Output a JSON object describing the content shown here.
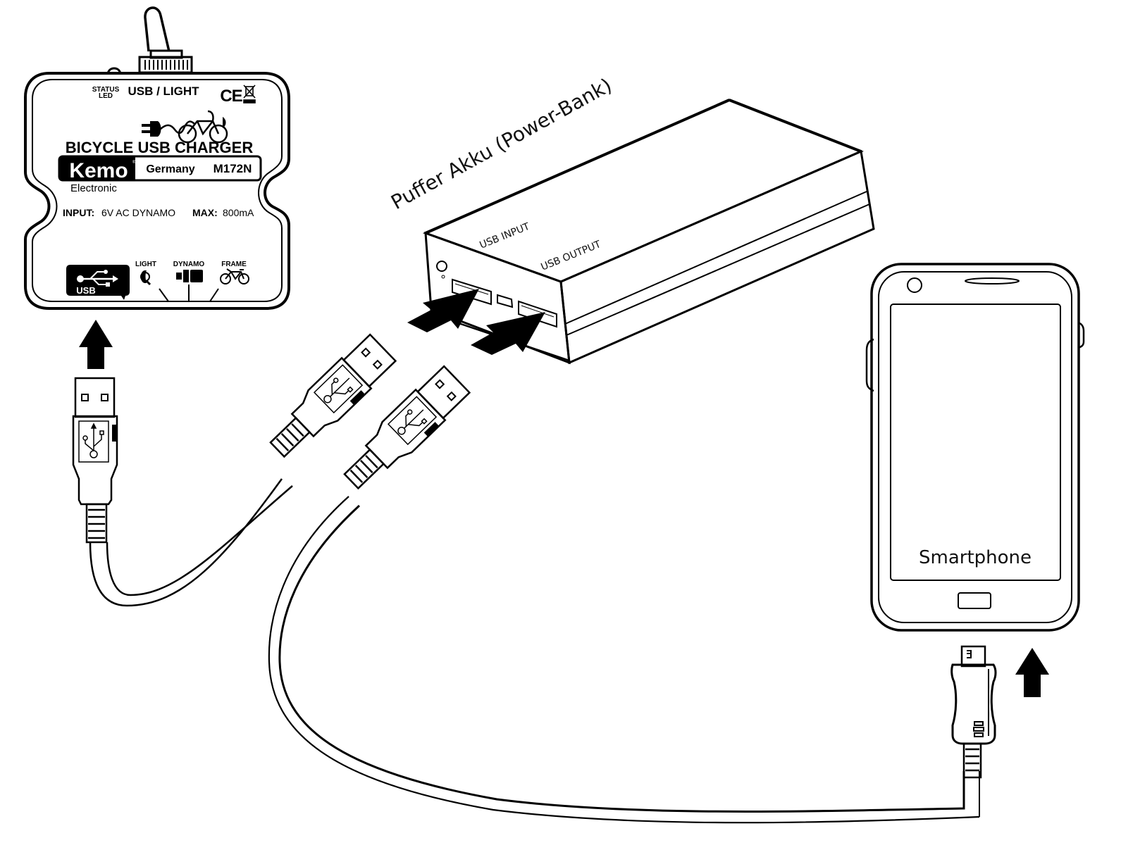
{
  "charger": {
    "status_led_line1": "STATUS",
    "status_led_line2": "LED",
    "mode_label": "USB / LIGHT",
    "ce_mark": "CE",
    "product_title": "BICYCLE USB CHARGER",
    "brand": "Kemo",
    "brand_reg": "®",
    "origin": "Germany",
    "model": "M172N",
    "brand_sub": "Electronic",
    "input_label": "INPUT:",
    "input_value": "6V AC DYNAMO",
    "max_label": "MAX:",
    "max_value": "800mA",
    "usb_badge": "USB",
    "terminal_light": "LIGHT",
    "terminal_dynamo": "DYNAMO",
    "terminal_frame": "FRAME"
  },
  "powerbank": {
    "title": "Puffer Akku (Power-Bank)",
    "input_label": "USB INPUT",
    "output_label": "USB OUTPUT"
  },
  "smartphone": {
    "label": "Smartphone"
  },
  "icons": {
    "toggle": "toggle-switch-icon",
    "plug_bike": "plug-bicycle-icon",
    "weee": "weee-bin-icon",
    "usb": "usb-symbol-icon",
    "arrow": "arrow-icon"
  },
  "colors": {
    "ink": "#000000",
    "paper": "#ffffff"
  }
}
